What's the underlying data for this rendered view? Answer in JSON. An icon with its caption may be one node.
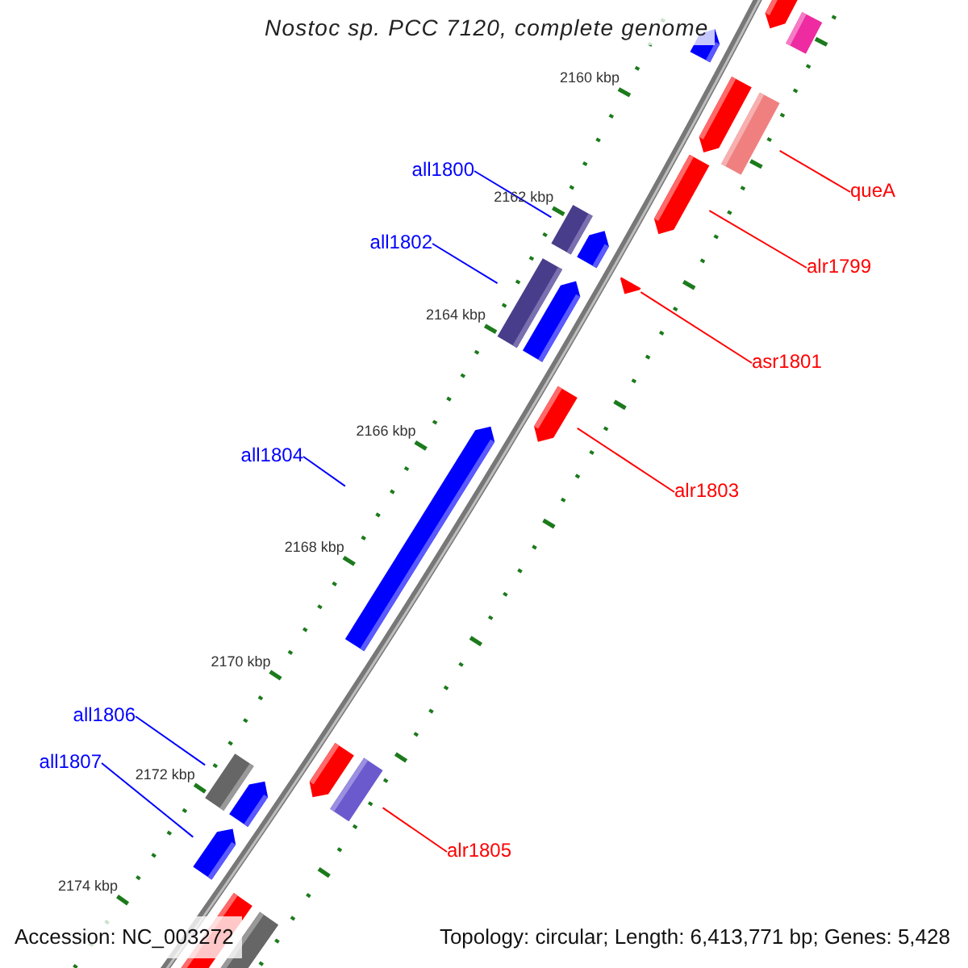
{
  "diagram": {
    "title": "Nostoc sp. PCC 7120, complete genome",
    "nodes": [
      {
        "text": [
          "all1800"
        ]
      },
      {
        "text": [
          "queA"
        ]
      },
      {
        "text": [
          "all1802"
        ]
      },
      {
        "text": [
          "alr1799"
        ]
      },
      {
        "text": [
          "asr1801"
        ]
      },
      {
        "text": [
          "all1804"
        ]
      },
      {
        "text": [
          "alr1803"
        ]
      },
      {
        "text": [
          "all1806"
        ]
      },
      {
        "text": [
          "all1807"
        ]
      },
      {
        "text": [
          "alr1805"
        ]
      },
      {
        "text": [],
        "shape": "box"
      },
      {
        "text": [],
        "shape": "arrow"
      },
      {
        "text": [],
        "shape": "box"
      },
      {
        "text": [],
        "shape": "box"
      },
      {
        "text": [],
        "shape": "arrow"
      },
      {
        "text": [],
        "shape": "arrow"
      },
      {
        "text": [],
        "shape": "arrow"
      },
      {
        "text": [],
        "shape": "box"
      },
      {
        "text": [],
        "shape": "box"
      },
      {
        "text": [],
        "shape": "arrow"
      }
    ],
    "edges": [
      {
        "from": 0,
        "to": 12,
        "arrow": "none"
      },
      {
        "from": 1,
        "to": 10,
        "arrow": "none",
        "color": "#ff0000"
      },
      {
        "from": 2,
        "to": 13,
        "arrow": "none"
      },
      {
        "from": 3,
        "to": 11,
        "arrow": "none",
        "color": "#ff0000"
      },
      {
        "from": 4,
        "to": 14,
        "arrow": "none",
        "color": "#ff0000"
      },
      {
        "from": 5,
        "to": 16,
        "arrow": "none"
      },
      {
        "from": 6,
        "to": 15,
        "arrow": "none",
        "color": "#ff0000"
      },
      {
        "from": 7,
        "to": 17,
        "arrow": "none"
      },
      {
        "from": 8,
        "to": 19,
        "arrow": "none"
      },
      {
        "from": 9,
        "to": 18,
        "arrow": "none",
        "color": "#ff0000"
      }
    ],
    "labels": [
      "2160 kbp",
      "2162 kbp",
      "2164 kbp",
      "2166 kbp",
      "2168 kbp",
      "2170 kbp",
      "2172 kbp",
      "2174 kbp",
      "Accession: NC_003272",
      "Topology: circular; Length: 6,413,771 bp; Genes: 5,428"
    ]
  }
}
